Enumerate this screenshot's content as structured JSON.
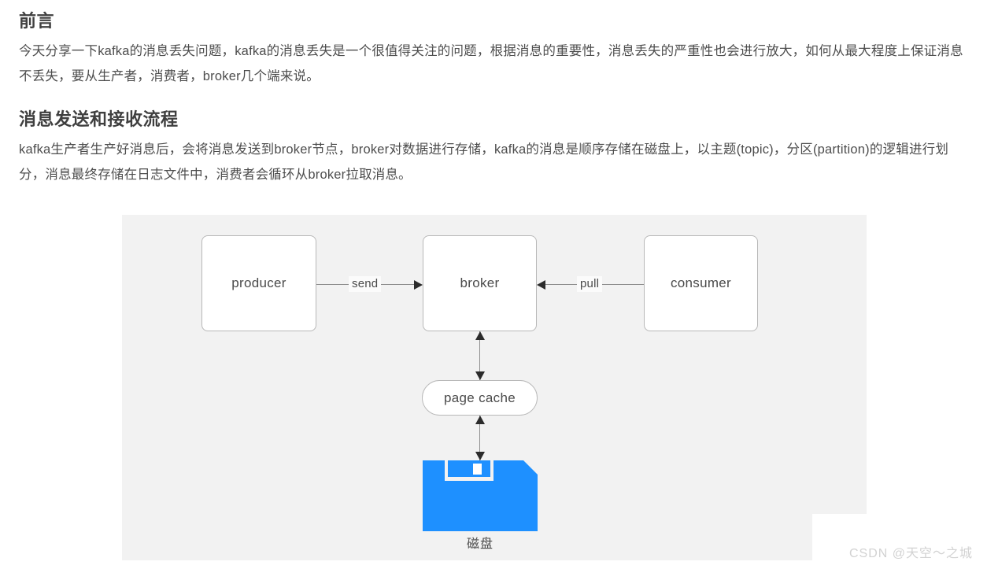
{
  "article": {
    "sections": [
      {
        "heading": "前言",
        "body": "今天分享一下kafka的消息丢失问题，kafka的消息丢失是一个很值得关注的问题，根据消息的重要性，消息丢失的严重性也会进行放大，如何从最大程度上保证消息不丢失，要从生产者，消费者，broker几个端来说。"
      },
      {
        "heading": "消息发送和接收流程",
        "body": "kafka生产者生产好消息后，会将消息发送到broker节点，broker对数据进行存储，kafka的消息是顺序存储在磁盘上，以主题(topic)，分区(partition)的逻辑进行划分，消息最终存储在日志文件中，消费者会循环从broker拉取消息。"
      }
    ]
  },
  "diagram": {
    "nodes": {
      "producer": "producer",
      "broker": "broker",
      "consumer": "consumer",
      "page_cache": "page cache",
      "disk_caption": "磁盘"
    },
    "edges": {
      "send": "send",
      "pull": "pull"
    },
    "colors": {
      "panel_background": "#f2f2f2",
      "node_background": "#ffffff",
      "node_border": "#b8b8b8",
      "line": "#8f8f8f",
      "arrow_head": "#2b2b2b",
      "disk_blue": "#1e90ff",
      "text": "#4a4a4a"
    }
  },
  "watermark": {
    "text": "CSDN @天空～之城",
    "color": "#d2d2d2"
  }
}
